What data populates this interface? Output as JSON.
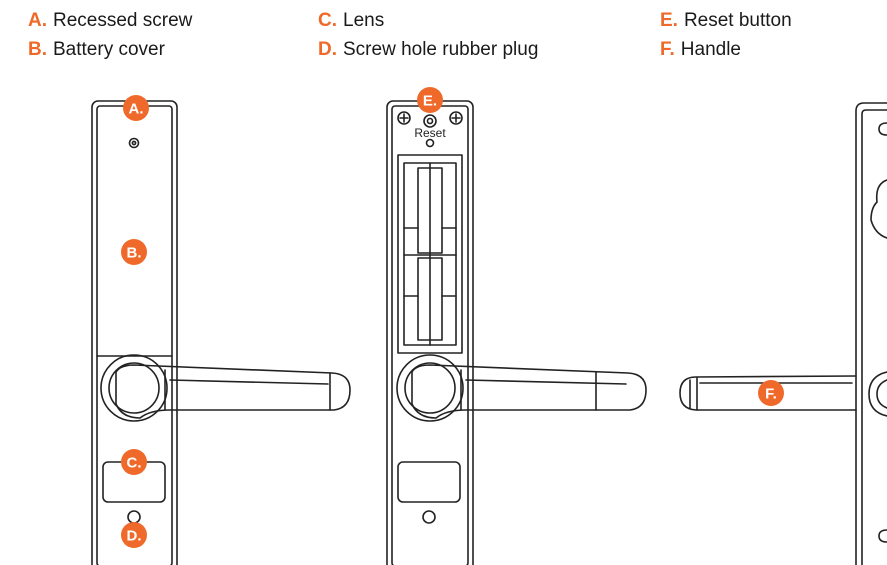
{
  "legend": [
    {
      "letter": "A.",
      "label": "Recessed screw"
    },
    {
      "letter": "B.",
      "label": "Battery cover"
    },
    {
      "letter": "C.",
      "label": "Lens"
    },
    {
      "letter": "D.",
      "label": "Screw hole rubber plug"
    },
    {
      "letter": "E.",
      "label": "Reset button"
    },
    {
      "letter": "F.",
      "label": "Handle"
    }
  ],
  "callouts": {
    "a": "A.",
    "b": "B.",
    "c": "C.",
    "d": "D.",
    "e": "E.",
    "f": "F."
  },
  "reset_label": "Reset",
  "colors": {
    "accent": "#ef6a2a",
    "line": "#222222"
  }
}
